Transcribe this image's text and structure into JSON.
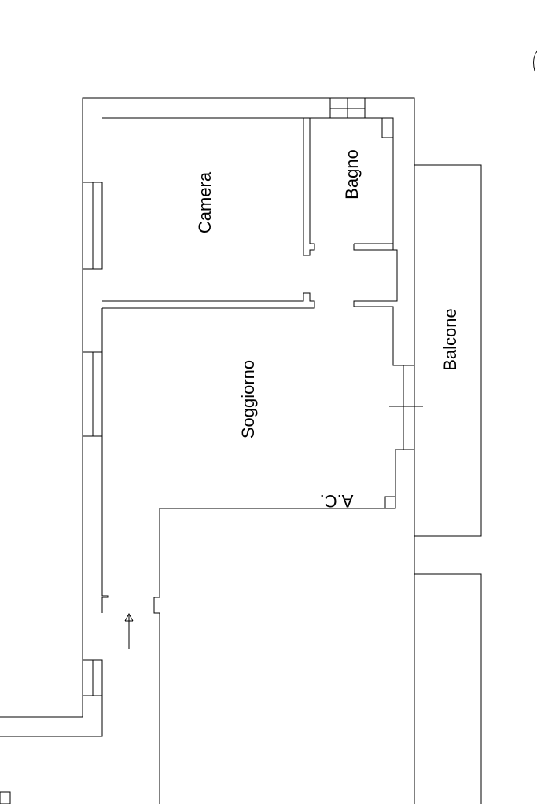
{
  "rooms": {
    "camera": "Camera",
    "bagno": "Bagno",
    "soggiorno": "Soggiorno",
    "balcone": "Balcone",
    "ac": "A.C."
  },
  "colors": {
    "line": "#000000",
    "background": "#ffffff"
  },
  "icons": {
    "entrance_arrow": "arrow-up-icon",
    "corner_mark": "curved-mark-icon"
  }
}
